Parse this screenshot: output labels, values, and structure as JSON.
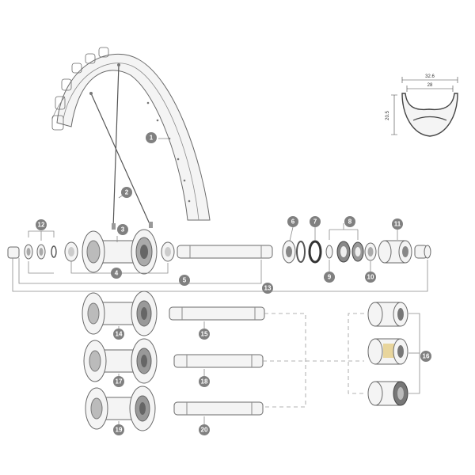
{
  "callouts": {
    "c1": "1",
    "c2": "2",
    "c3": "3",
    "c4": "4",
    "c5": "5",
    "c6": "6",
    "c7": "7",
    "c8": "8",
    "c9": "9",
    "c10": "10",
    "c11": "11",
    "c12": "12",
    "c13": "13",
    "c14": "14",
    "c15": "15",
    "c16": "16",
    "c17": "17",
    "c18": "18",
    "c19": "19",
    "c20": "20"
  },
  "rim_profile": {
    "outer_width": "32.6",
    "inner_width": "28",
    "height": "20.5"
  },
  "colors": {
    "badge": "#808080",
    "line": "#6a6a6a",
    "accent_pawl": "#e0c060"
  }
}
